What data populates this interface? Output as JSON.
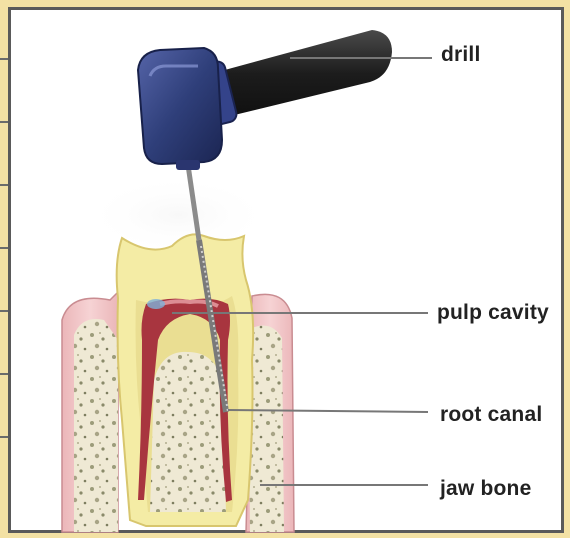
{
  "labels": {
    "drill": "drill",
    "pulp_cavity": "pulp cavity",
    "root_canal": "root canal",
    "jaw_bone": "jaw bone"
  },
  "colors": {
    "background": "#f3e1a4",
    "panel": "#ffffff",
    "drill_head": "#2f3f7a",
    "drill_handle": "#262626",
    "enamel": "#f5eea6",
    "gum": "#f1c7c8",
    "bone": "#efe7cf",
    "pulp": "#a8353f",
    "leader_line": "#777777"
  },
  "icons": {
    "drill": "dental-drill-icon",
    "tooth": "tooth-cross-section"
  }
}
